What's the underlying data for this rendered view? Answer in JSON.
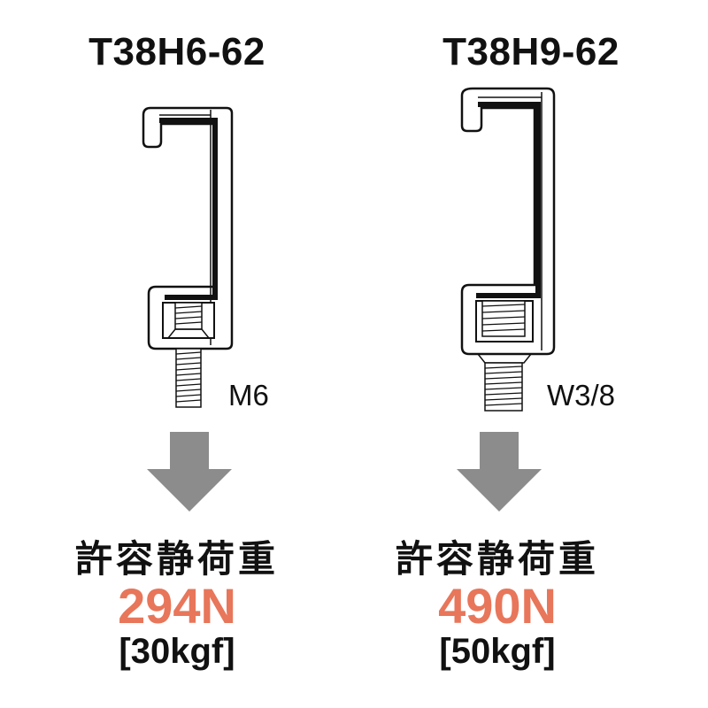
{
  "products": [
    {
      "model": "T38H6-62",
      "thread": "M6",
      "load_label": "許容静荷重",
      "load_newton": "294N",
      "load_kgf": "[30kgf]"
    },
    {
      "model": "T38H9-62",
      "thread": "W3/8",
      "load_label": "許容静荷重",
      "load_newton": "490N",
      "load_kgf": "[50kgf]"
    }
  ],
  "colors": {
    "accent": "#e8765a",
    "arrow": "#8c8c8c",
    "ink": "#111111"
  }
}
